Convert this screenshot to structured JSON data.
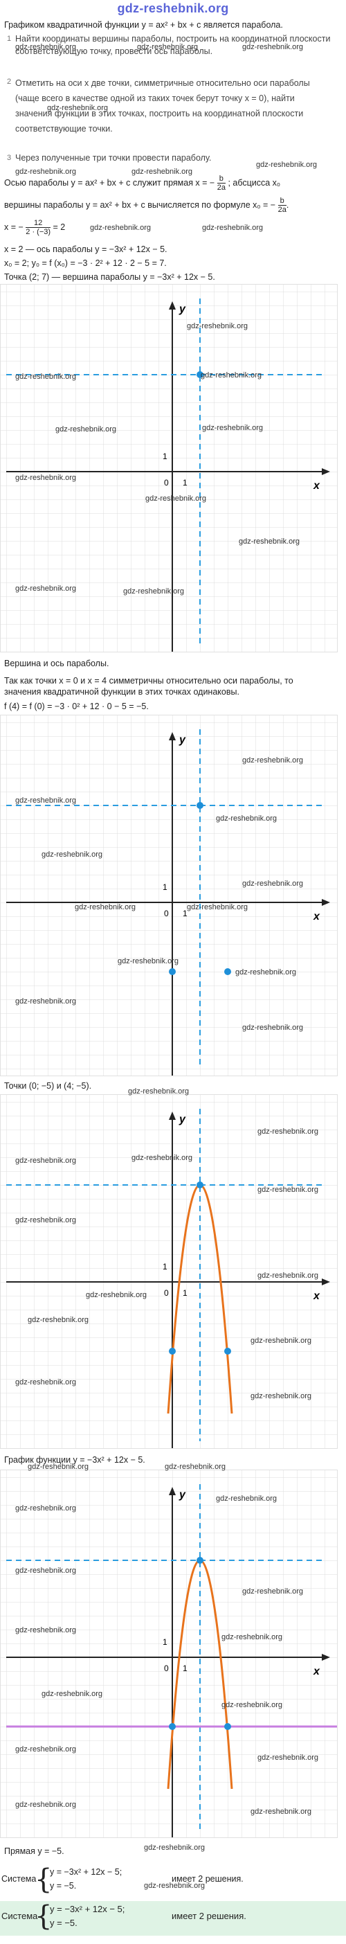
{
  "site_logo": "gdz-reshebnik.org",
  "watermark": "gdz-reshebnik.org",
  "intro": "Графиком квадратичной функции y = ax² + bx + c является парабола.",
  "steps": [
    {
      "num": "1",
      "text": "Найти координаты вершины параболы, построить на координатной плоскости соответствующую точку, провести ось параболы."
    },
    {
      "num": "2",
      "text": "Отметить на оси x две точки, симметричные относительно оси параболы (чаще всего в качестве одной из таких точек берут точку x = 0), найти значения функции в этих точках, построить на координатной плоскости соответствующие точки."
    },
    {
      "num": "3",
      "text": "Через полученные три точки провести параболу."
    }
  ],
  "axis_line_a": "Осью параболы y = ax² + bx + c служит прямая x = −",
  "axis_frac_num": "b",
  "axis_frac_den": "2a",
  "axis_line_b": "; абсцисса x₀",
  "vertex_line_a": "вершины параболы y = ax² + bx + c вычисляется по формуле x₀ = −",
  "calc_line": "x = −",
  "calc_frac_num": "12",
  "calc_frac_den": "2 · (−3)",
  "calc_result": "= 2",
  "axis_result": "x = 2 — ось параболы y = −3x² + 12x − 5.",
  "y0_line": "x₀ = 2; y₀ = f (x₀) = −3 · 2² + 12 · 2 − 5 = 7.",
  "vertex_caption": "Точка (2; 7) — вершина параболы y = −3x² + 12x − 5.",
  "caption_vertex_axis": "Вершина и ось параболы.",
  "symmetric_text_1": "Так как точки x = 0 и x = 4 симметричны относительно оси параболы, то",
  "symmetric_text_2": "значения квадратичной функции в этих точках одинаковы.",
  "f_values": "f (4) = f (0) = −3 · 0² + 12 · 0 − 5 = −5.",
  "caption_points": "Точки (0; −5) и (4; −5).",
  "caption_graph": "График функции y = −3x² + 12x − 5.",
  "caption_line": "Прямая y = −5.",
  "system_label": "Система",
  "system_eq1": "y = −3x² + 12x − 5;",
  "system_eq2": "y = −5.",
  "system_result": "имеет 2 решения.",
  "axis_x": "x",
  "axis_y": "y",
  "tick_one": "1",
  "origin": "0",
  "colors": {
    "axis_dashed": "#2a9de0",
    "point": "#1e8fd8",
    "parabola": "#e8731c",
    "line": "#c77ee0",
    "logo": "#5a64d8",
    "system_bg": "#dff3e5"
  }
}
